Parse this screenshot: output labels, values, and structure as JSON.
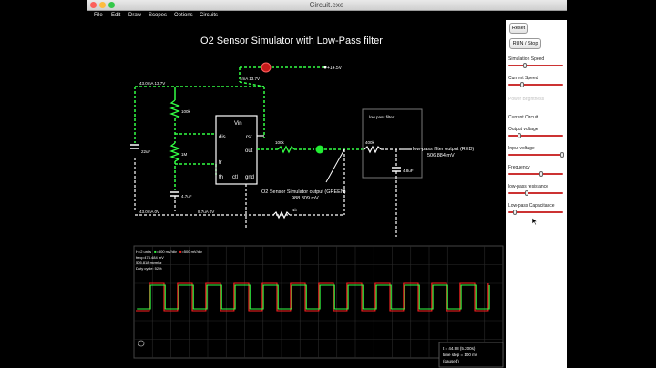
{
  "window": {
    "title": "Circuit.exe"
  },
  "menu": [
    "File",
    "Edit",
    "Draw",
    "Scopes",
    "Options",
    "Circuits"
  ],
  "circuit": {
    "title": "O2 Sensor Simulator with Low-Pass filter",
    "supply_label": "+14.5V",
    "labels": {
      "top_current": "43.0mA 13.7V",
      "led_current": "1mA 13.7V",
      "bottom_left": "43.0mA 0V",
      "bottom_mid": "8.7uA 0V",
      "r1": "100k",
      "r2": "1M",
      "r3": "100k",
      "r4": "400k",
      "r5": "1k",
      "c1": "22uF",
      "c2": "4.7uF",
      "c3": "4.8uF",
      "lowpass_box": "low pass filter",
      "lowpass_output_label": "low-pass filter output (RED)",
      "lowpass_output_value": "506.884 mV",
      "sensor_output_label": "O2 Sensor Simulator output (GREEN)",
      "sensor_output_value": "988.809 mV"
    },
    "timer_pins": {
      "vin": "Vin",
      "dis": "dis",
      "rst": "rst",
      "out": "out",
      "tr": "tr",
      "th": "th",
      "ctl": "ctl",
      "gnd": "gnd"
    }
  },
  "scope": {
    "header": "H=2 units",
    "legend_green": "=500 mV/div",
    "legend_red": "=500 mV/div",
    "freq": "freq=474.484 mV",
    "vpp": "505.818 mvmhz",
    "duty": "Duty cycle: 52%",
    "cycles": 13,
    "duty_fraction": 0.52
  },
  "status": {
    "line1": "t = 44.98 (5.200s)",
    "line2": "time step = 100 ms",
    "line3": "(paused)"
  },
  "colors": {
    "wire": "#ffffff",
    "active": "#33ff44",
    "signal_red": "#ff2020",
    "led": "#c41a1a"
  },
  "sidebar": {
    "reset": "Reset",
    "run_stop": "RUN / Stop",
    "simulation_speed": {
      "label": "Simulation Speed",
      "value": 0.3
    },
    "current_speed": {
      "label": "Current Speed",
      "value": 0.25
    },
    "power_brightness": {
      "label": "Power Brightness"
    },
    "current_circuit": "Current Circuit",
    "output_voltage": {
      "label": "Output voltage",
      "value": 0.2
    },
    "input_voltage": {
      "label": "Input voltage",
      "value": 0.98
    },
    "frequency": {
      "label": "Frequency",
      "value": 0.6
    },
    "lowpass_resistance": {
      "label": "low-pass resistance",
      "value": 0.33
    },
    "lowpass_capacitance": {
      "label": "Low-pass Capacitance",
      "value": 0.12
    }
  }
}
